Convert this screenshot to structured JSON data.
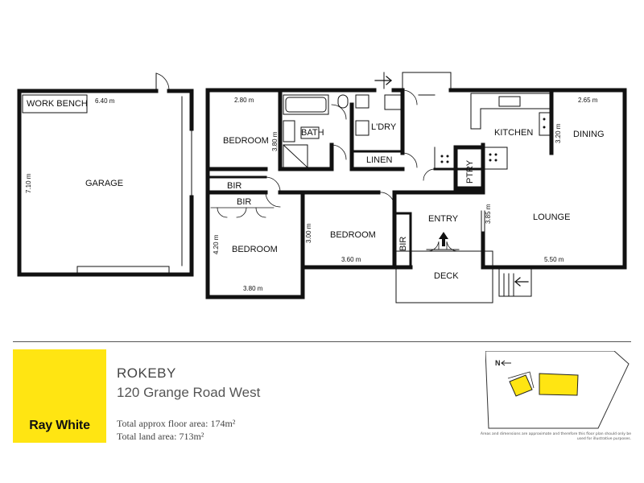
{
  "rooms": {
    "garage": "GARAGE",
    "work_bench": "WORK BENCH",
    "bedroom_1": "BEDROOM",
    "bath": "BATH",
    "laundry": "L'DRY",
    "linen": "LINEN",
    "kitchen": "KITCHEN",
    "dining": "DINING",
    "pantry": "PTRY",
    "bir_1": "BIR",
    "bir_2": "BIR",
    "bir_3": "BIR",
    "bedroom_2": "BEDROOM",
    "bedroom_3": "BEDROOM",
    "entry": "ENTRY",
    "lounge": "LOUNGE",
    "deck": "DECK"
  },
  "dimensions": {
    "garage_width": "6.40 m",
    "garage_depth": "7.10 m",
    "bed1_width": "2.80 m",
    "bed1_depth": "3.80 m",
    "dining_width": "2.65 m",
    "dining_depth": "3.20 m",
    "bed2_depth": "4.20 m",
    "bed2_width": "3.80 m",
    "bed3_depth": "3.00 m",
    "bed3_width": "3.60 m",
    "lounge_depth": "3.85 m",
    "lounge_width": "5.50 m"
  },
  "brand": {
    "name": "Ray White",
    "color": "#ffe512"
  },
  "property": {
    "suburb": "ROKEBY",
    "address": "120 Grange Road West",
    "floor_area": "Total approx floor area: 174m²",
    "land_area": "Total land area: 713m²"
  },
  "site_plan": {
    "north_label": "N",
    "building_color": "#ffe512"
  },
  "disclaimer": "Areas and dimensions are approximate and therefore this floor plan should only be used for illustrative purposes."
}
